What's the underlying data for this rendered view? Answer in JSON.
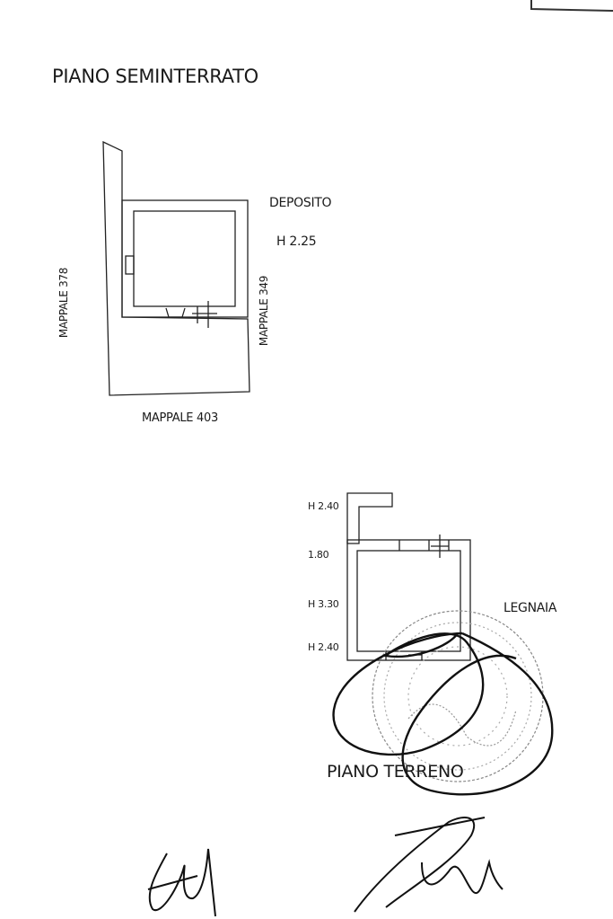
{
  "basement": {
    "title": "PIANO SEMINTERRATO",
    "room_label": "DEPOSITO",
    "height_label": "H 2.25",
    "left_parcel": "MAPPALE 378",
    "right_parcel": "MAPPALE 349",
    "bottom_parcel": "MAPPALE 403"
  },
  "ground": {
    "title": "PIANO TERRENO",
    "annex_label": "LEGNAIA",
    "heights": [
      "H 2.40",
      "1.80",
      "H 3.30",
      "H 2.40"
    ]
  }
}
